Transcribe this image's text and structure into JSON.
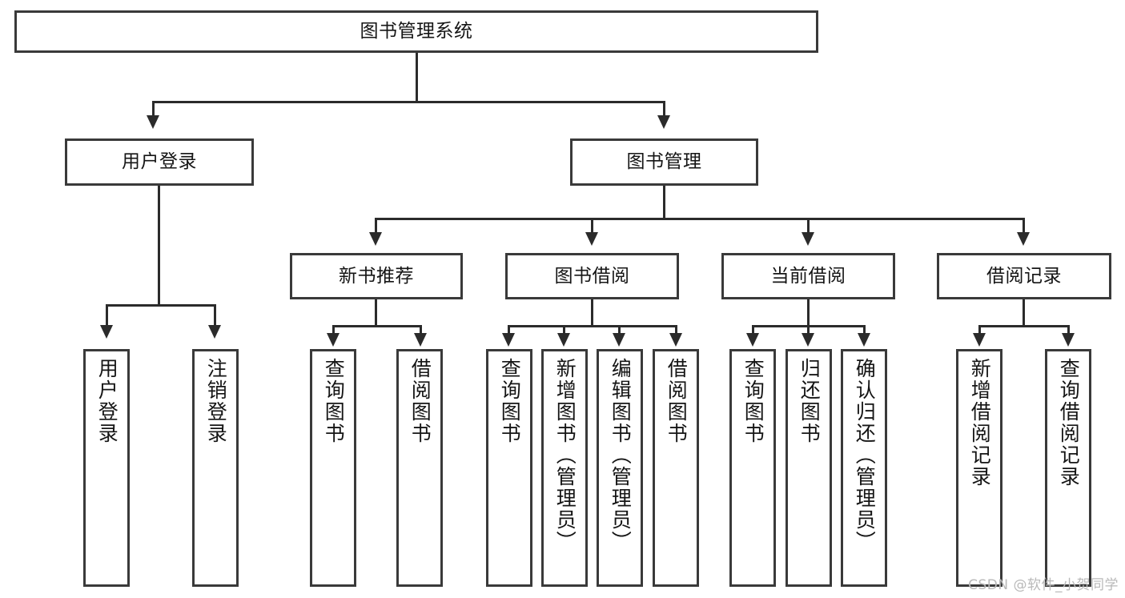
{
  "diagram": {
    "title": "图书管理系统",
    "watermark": "CSDN @软件_小贺同学",
    "type": "tree-hierarchy",
    "colors": {
      "box_border": "#3a3a3a",
      "connector": "#2b2b2b",
      "text": "#151515",
      "background": "#ffffff",
      "watermark_text": "#b9b9b9"
    },
    "levels": {
      "root": {
        "label": "图书管理系统"
      },
      "level2": [
        {
          "label": "用户登录"
        },
        {
          "label": "图书管理"
        }
      ],
      "level3": [
        {
          "label": "新书推荐"
        },
        {
          "label": "图书借阅"
        },
        {
          "label": "当前借阅"
        },
        {
          "label": "借阅记录"
        }
      ],
      "leaves": {
        "user_login": [
          {
            "label": "用户登录"
          },
          {
            "label": "注销登录"
          }
        ],
        "new_book_recommend": [
          {
            "label": "查询图书"
          },
          {
            "label": "借阅图书"
          }
        ],
        "book_borrow": [
          {
            "label": "查询图书"
          },
          {
            "label": "新增图书（管理员）"
          },
          {
            "label": "编辑图书（管理员）"
          },
          {
            "label": "借阅图书"
          }
        ],
        "current_borrow": [
          {
            "label": "查询图书"
          },
          {
            "label": "归还图书"
          },
          {
            "label": "确认归还（管理员）"
          }
        ],
        "borrow_record": [
          {
            "label": "新增借阅记录"
          },
          {
            "label": "查询借阅记录"
          }
        ]
      }
    }
  }
}
